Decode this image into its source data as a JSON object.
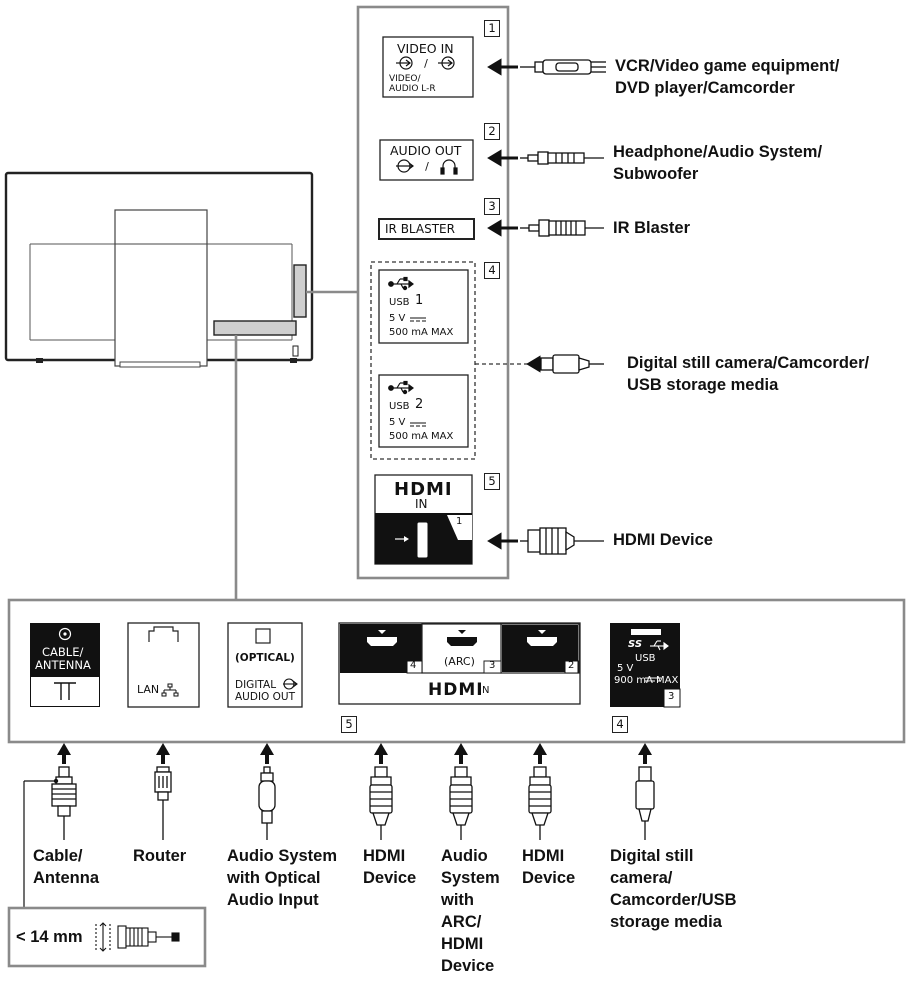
{
  "side_panel": {
    "video_in": {
      "number": "1",
      "title": "VIDEO IN",
      "sub1": "VIDEO/",
      "sub2": "AUDIO L-R",
      "device_lines": [
        "VCR/Video game equipment/",
        "DVD player/Camcorder"
      ]
    },
    "audio_out": {
      "number": "2",
      "title": "AUDIO OUT",
      "device_lines": [
        "Headphone/Audio System/",
        "Subwoofer"
      ]
    },
    "ir_blaster": {
      "number": "3",
      "title": "IR BLASTER",
      "device_lines": [
        "IR Blaster"
      ]
    },
    "usb": {
      "number": "4",
      "port1": {
        "name": "USB",
        "index": "1",
        "voltage": "5 V",
        "current": "500 mA MAX"
      },
      "port2": {
        "name": "USB",
        "index": "2",
        "voltage": "5 V",
        "current": "500 mA MAX"
      },
      "device_lines": [
        "Digital still camera/Camcorder/",
        "USB storage media"
      ]
    },
    "hdmi": {
      "number": "5",
      "logo": "HDMI",
      "in": "IN",
      "port_index": "1",
      "device_lines": [
        "HDMI Device"
      ]
    }
  },
  "bottom_panel": {
    "antenna": {
      "line1": "CABLE/",
      "line2": "ANTENNA"
    },
    "lan": {
      "label": "LAN"
    },
    "optical": {
      "line1": "(OPTICAL)",
      "line2": "DIGITAL",
      "line3": "AUDIO OUT"
    },
    "hdmi_group": {
      "arc": "(ARC)",
      "port4": "4",
      "port3": "3",
      "port2": "2",
      "logo": "HDMI",
      "in": "IN",
      "number": "5"
    },
    "usb3": {
      "ss": "SS",
      "usb": "USB",
      "voltage": "5 V",
      "current": "900 mA MAX",
      "index": "3",
      "number": "4"
    }
  },
  "bottom_devices": [
    {
      "id": "cable",
      "lines": [
        "Cable/",
        "Antenna"
      ]
    },
    {
      "id": "router",
      "lines": [
        "Router"
      ]
    },
    {
      "id": "audio-optical",
      "lines": [
        "Audio System",
        "with Optical",
        "Audio Input"
      ]
    },
    {
      "id": "hdmi-device-4",
      "lines": [
        "HDMI",
        "Device"
      ]
    },
    {
      "id": "arc-device",
      "lines": [
        "Audio",
        "System",
        "with",
        "ARC/",
        "HDMI",
        "Device"
      ]
    },
    {
      "id": "hdmi-device-2",
      "lines": [
        "HDMI",
        "Device"
      ]
    },
    {
      "id": "usb-device",
      "lines": [
        "Digital still",
        "camera/",
        "Camcorder/USB",
        "storage media"
      ]
    }
  ],
  "connector_note": {
    "text": "< 14 mm"
  },
  "colors": {
    "line": "#1a1a1a",
    "panel_border": "#8a8a8a",
    "port_fill": "#111111",
    "highlight": "#cfcfcf"
  }
}
